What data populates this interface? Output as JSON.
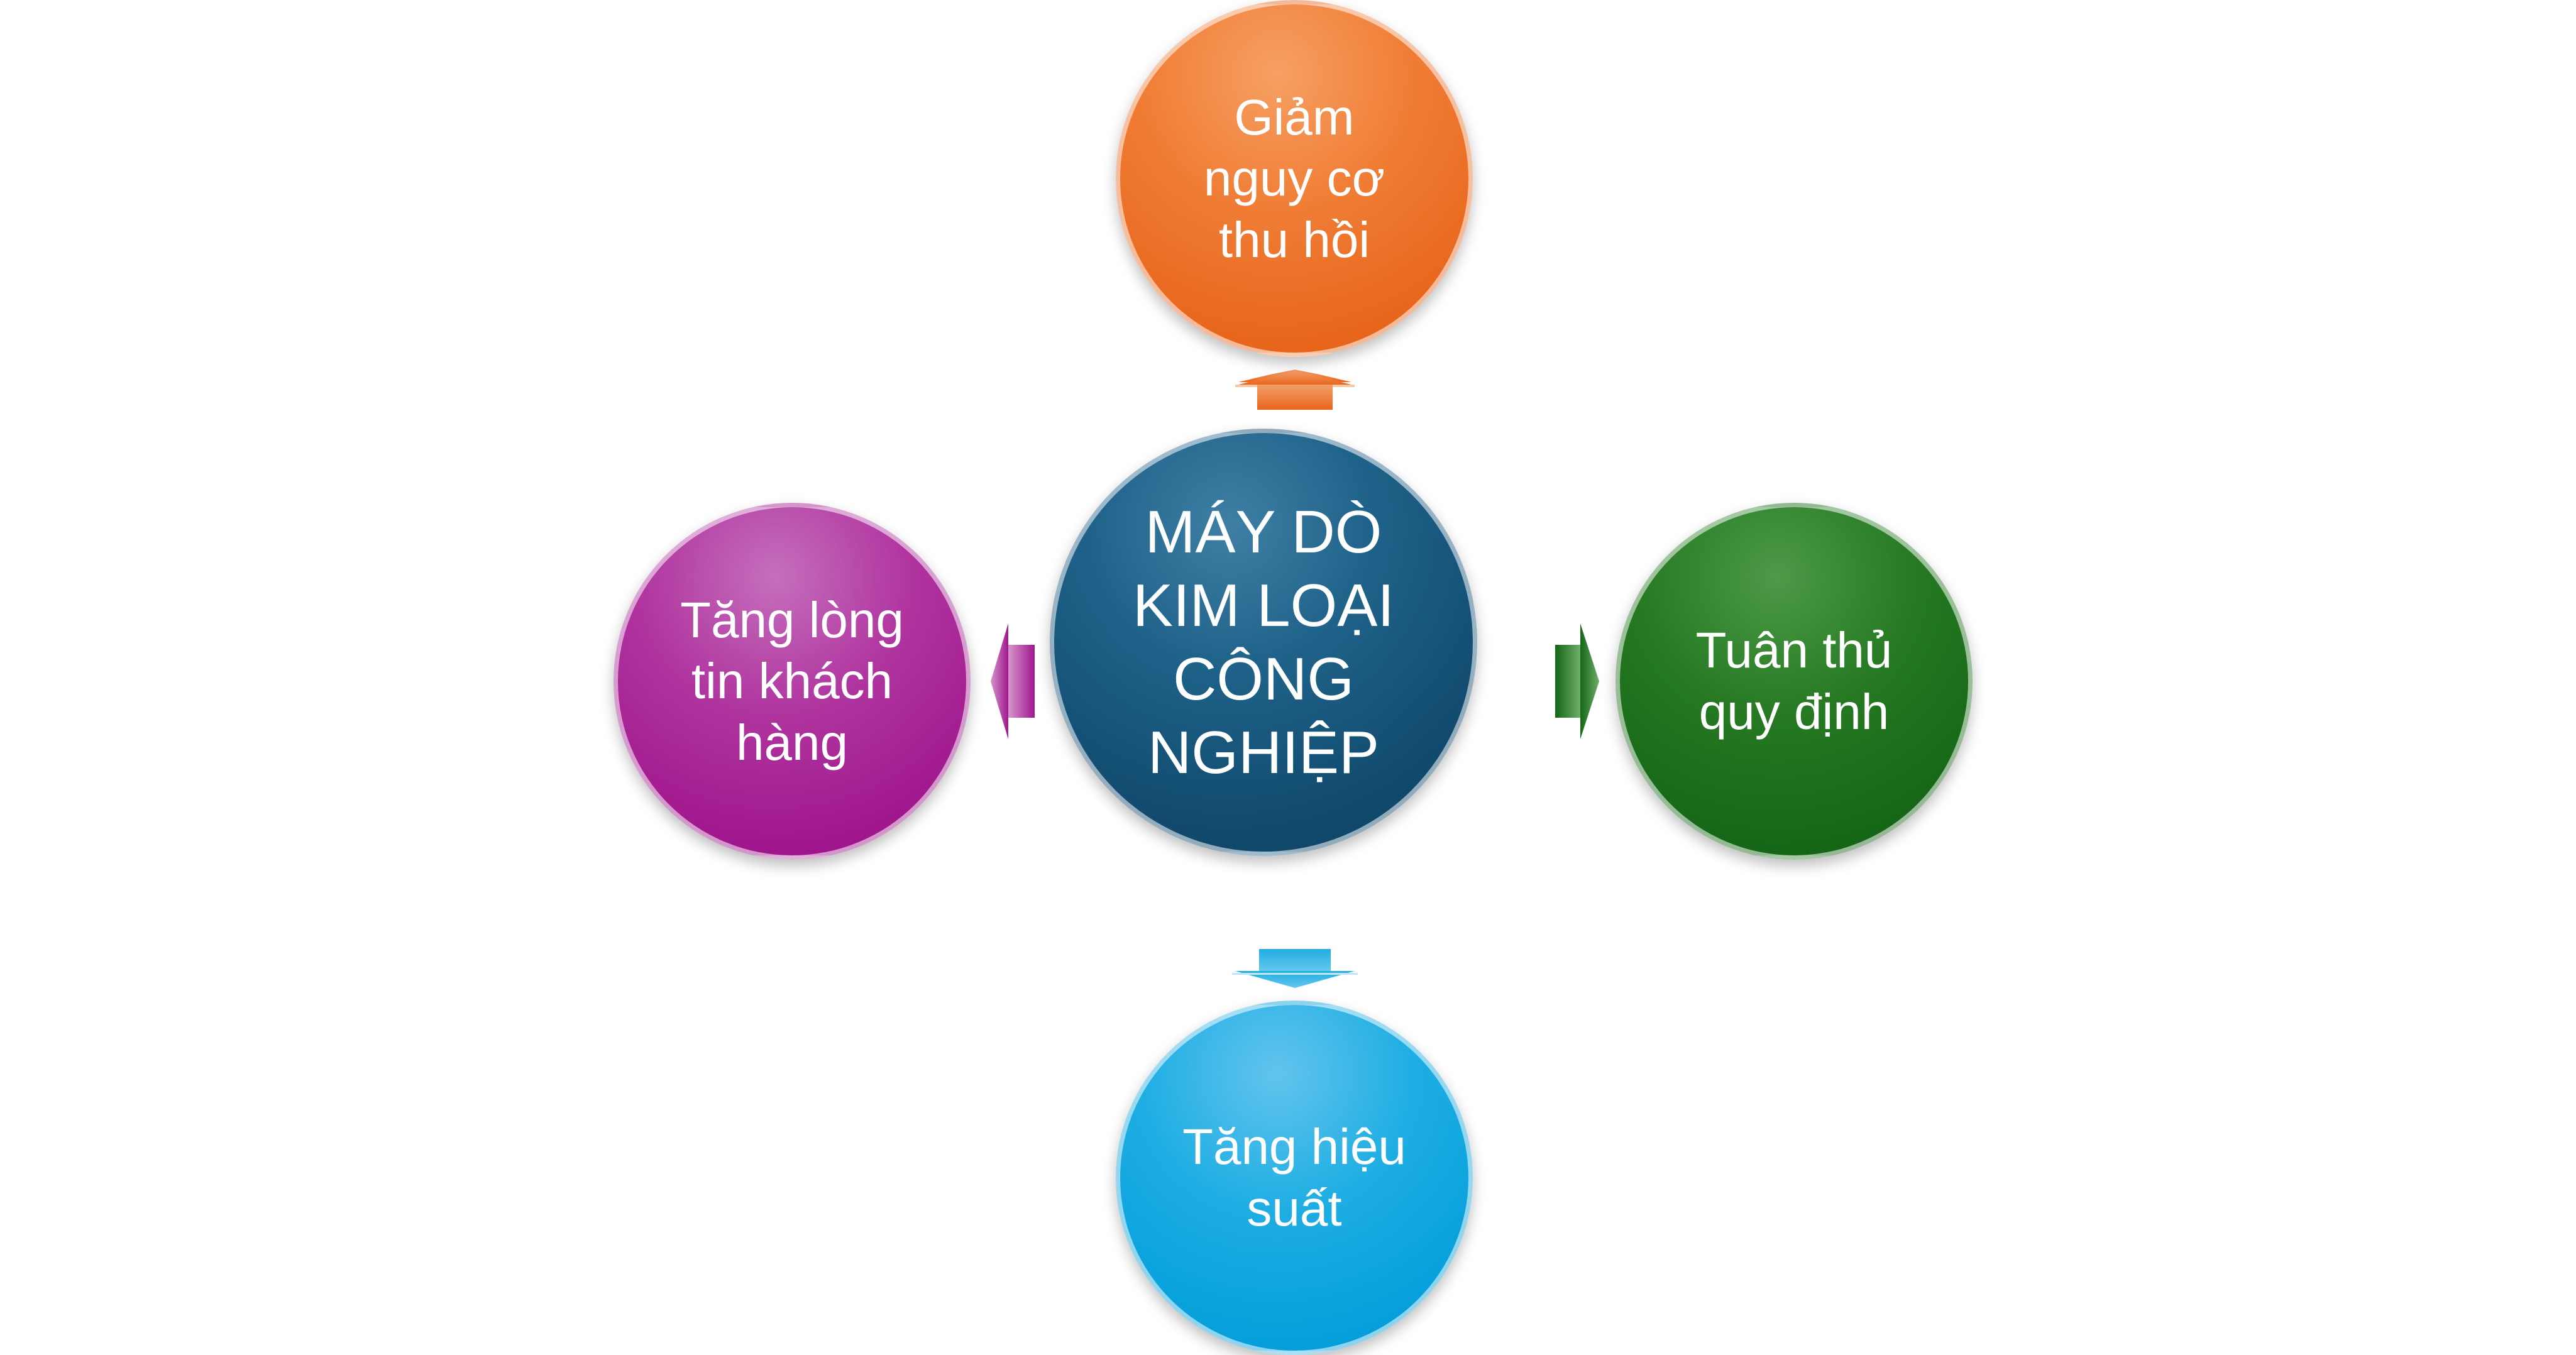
{
  "diagram": {
    "center": {
      "text": "MÁY DÒ\nKIM LOẠI\nCÔNG\nNGHIỆP",
      "color": "#1a5a80"
    },
    "top": {
      "text": "Giảm\nnguy cơ\nthu hồi",
      "color": "#ee7630"
    },
    "right": {
      "text": "Tuân thủ\nquy định",
      "color": "#1c6e1c"
    },
    "bottom": {
      "text": "Tăng hiệu\nsuất",
      "color": "#16a6e0"
    },
    "left": {
      "text": "Tăng lòng\ntin khách\nhàng",
      "color": "#a8258f"
    }
  }
}
